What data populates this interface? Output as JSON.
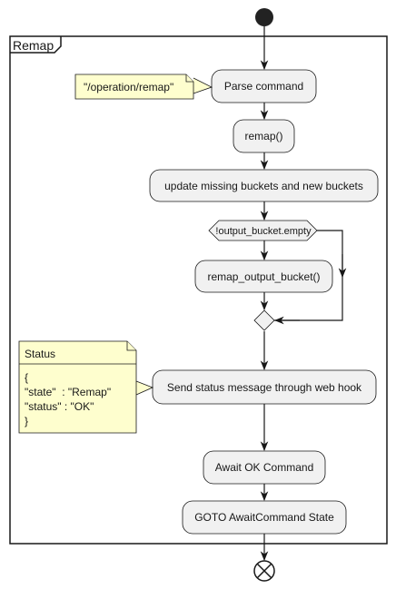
{
  "partition": {
    "title": "Remap"
  },
  "activities": {
    "parse": "Parse command",
    "remap": "remap()",
    "update": "update missing buckets and new buckets",
    "remap_output": "remap_output_bucket()",
    "send_status": "Send status message through web hook",
    "await_ok": "Await OK Command",
    "goto": "GOTO AwaitCommand State"
  },
  "decision": {
    "condition": "!output_bucket.empty"
  },
  "notes": {
    "endpoint": "\"/operation/remap\"",
    "status": {
      "title": "Status",
      "lines": [
        "{",
        "\"state\"  : \"Remap\"",
        "\"status\" : \"OK\"",
        "}"
      ]
    }
  },
  "colors": {
    "activity_fill": "#f1f1f1",
    "note_fill": "#fefece",
    "stroke": "#181818"
  }
}
